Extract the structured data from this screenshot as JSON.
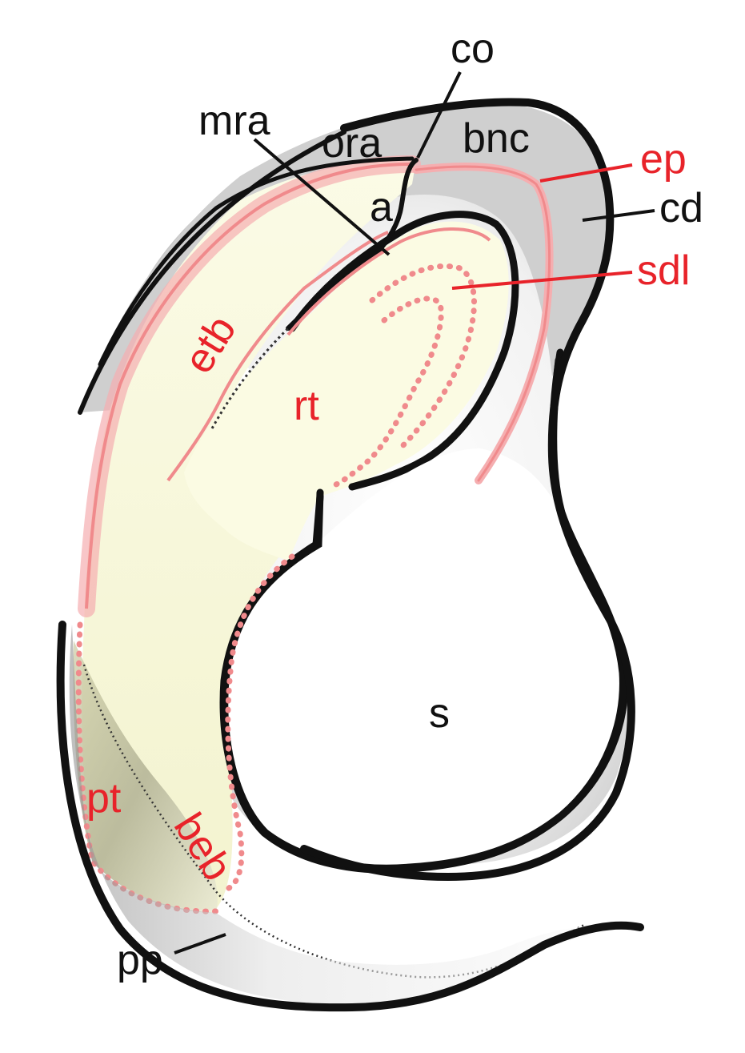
{
  "colors": {
    "outline": "#111111",
    "gray_region": "#c9c9c9",
    "pink_tissue": "#f08a8c",
    "yellow_tissue": "#f7f6d8",
    "red_label": "#e8232a",
    "black_label": "#111111"
  },
  "labels": {
    "co": "co",
    "mra": "mra",
    "ora": "ora",
    "bnc": "bnc",
    "ep": "ep",
    "a": "a",
    "cd": "cd",
    "sdl": "sdl",
    "etb": "etb",
    "rt": "rt",
    "s": "s",
    "pt": "pt",
    "beb": "beb",
    "pp": "pp"
  }
}
